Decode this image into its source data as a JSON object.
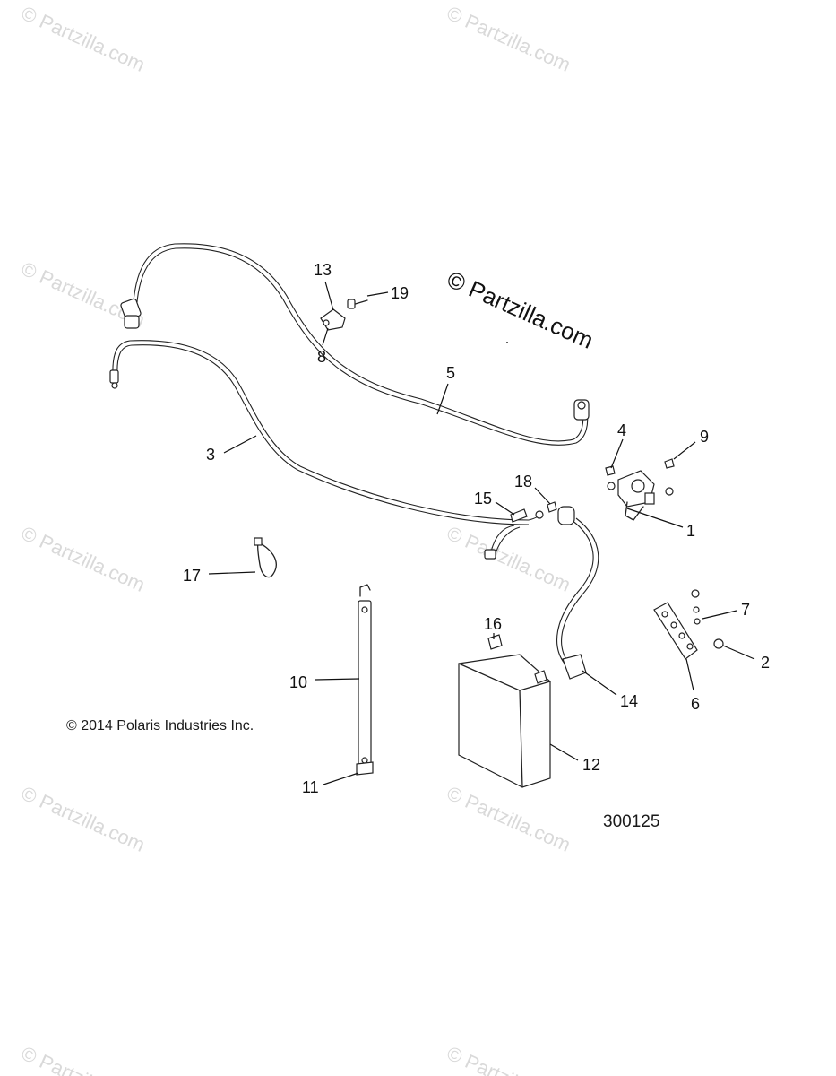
{
  "watermark": "© Partzilla.com",
  "center_watermark": "© Partzilla.com",
  "copyright": "© 2014 Polaris Industries Inc.",
  "figure_number": "300125",
  "callouts": [
    "1",
    "2",
    "3",
    "4",
    "5",
    "6",
    "7",
    "8",
    "9",
    "10",
    "11",
    "12",
    "13",
    "14",
    "15",
    "16",
    "17",
    "18",
    "19"
  ]
}
